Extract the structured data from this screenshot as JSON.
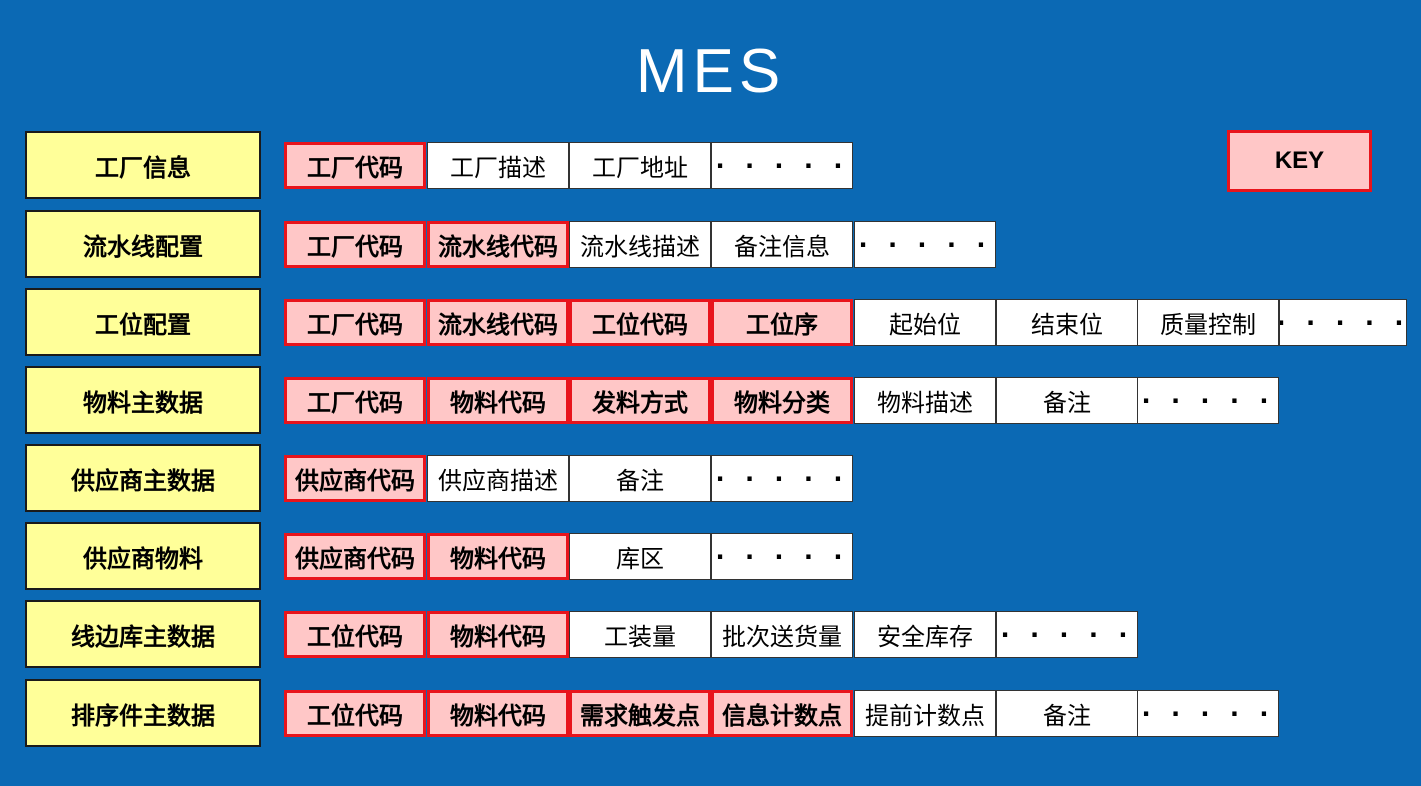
{
  "title": "MES",
  "legend": {
    "key_label": "KEY"
  },
  "colors": {
    "background": "#0b69b4",
    "entity_fill": "#ffff99",
    "key_fill": "#ffc7c7",
    "key_border": "#e8141c",
    "attr_fill": "#ffffff"
  },
  "tables": [
    {
      "name": "工厂信息",
      "fields": [
        {
          "label": "工厂代码",
          "key": true
        },
        {
          "label": "工厂描述",
          "key": false
        },
        {
          "label": "工厂地址",
          "key": false
        },
        {
          "label": "· · · · ·",
          "key": false
        }
      ]
    },
    {
      "name": "流水线配置",
      "fields": [
        {
          "label": "工厂代码",
          "key": true
        },
        {
          "label": "流水线代码",
          "key": true
        },
        {
          "label": "流水线描述",
          "key": false
        },
        {
          "label": "备注信息",
          "key": false
        },
        {
          "label": "· · · · ·",
          "key": false
        }
      ]
    },
    {
      "name": "工位配置",
      "fields": [
        {
          "label": "工厂代码",
          "key": true
        },
        {
          "label": "流水线代码",
          "key": true
        },
        {
          "label": "工位代码",
          "key": true
        },
        {
          "label": "工位序",
          "key": true
        },
        {
          "label": "起始位",
          "key": false
        },
        {
          "label": "结束位",
          "key": false
        },
        {
          "label": "质量控制",
          "key": false
        },
        {
          "label": "· · · · ·",
          "key": false
        }
      ]
    },
    {
      "name": "物料主数据",
      "fields": [
        {
          "label": "工厂代码",
          "key": true
        },
        {
          "label": "物料代码",
          "key": true
        },
        {
          "label": "发料方式",
          "key": true
        },
        {
          "label": "物料分类",
          "key": true
        },
        {
          "label": "物料描述",
          "key": false
        },
        {
          "label": "备注",
          "key": false
        },
        {
          "label": "· · · · ·",
          "key": false
        }
      ]
    },
    {
      "name": "供应商主数据",
      "fields": [
        {
          "label": "供应商代码",
          "key": true
        },
        {
          "label": "供应商描述",
          "key": false
        },
        {
          "label": "备注",
          "key": false
        },
        {
          "label": "· · · · ·",
          "key": false
        }
      ]
    },
    {
      "name": "供应商物料",
      "fields": [
        {
          "label": "供应商代码",
          "key": true
        },
        {
          "label": "物料代码",
          "key": true
        },
        {
          "label": "库区",
          "key": false
        },
        {
          "label": "· · · · ·",
          "key": false
        }
      ]
    },
    {
      "name": "线边库主数据",
      "fields": [
        {
          "label": "工位代码",
          "key": true
        },
        {
          "label": "物料代码",
          "key": true
        },
        {
          "label": "工装量",
          "key": false
        },
        {
          "label": "批次送货量",
          "key": false
        },
        {
          "label": "安全库存",
          "key": false
        },
        {
          "label": "· · · · ·",
          "key": false
        }
      ]
    },
    {
      "name": "排序件主数据",
      "fields": [
        {
          "label": "工位代码",
          "key": true
        },
        {
          "label": "物料代码",
          "key": true
        },
        {
          "label": "需求触发点",
          "key": true
        },
        {
          "label": "信息计数点",
          "key": true
        },
        {
          "label": "提前计数点",
          "key": false
        },
        {
          "label": "备注",
          "key": false
        },
        {
          "label": "· · · · ·",
          "key": false
        }
      ]
    }
  ]
}
